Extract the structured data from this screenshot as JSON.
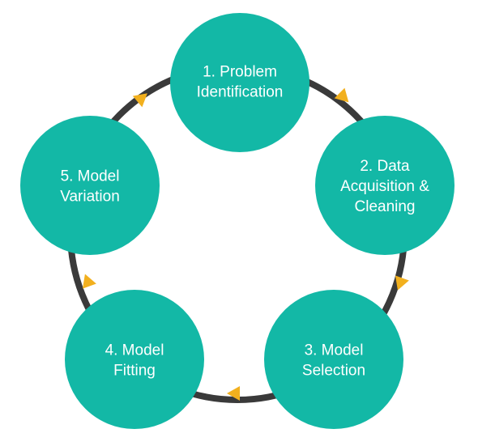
{
  "colors": {
    "node_fill": "#13b8a6",
    "ring_stroke": "#3a3a3a",
    "arrow_fill": "#f2b01e",
    "text": "#ffffff"
  },
  "steps": [
    {
      "lines": [
        "1. Problem",
        "Identification"
      ]
    },
    {
      "lines": [
        "2. Data",
        "Acquisition &",
        "Cleaning"
      ]
    },
    {
      "lines": [
        "3. Model",
        "Selection"
      ]
    },
    {
      "lines": [
        "4. Model",
        "Fitting"
      ]
    },
    {
      "lines": [
        "5. Model",
        "Variation"
      ]
    }
  ],
  "arrow_icon": "triangle-arrow-icon"
}
